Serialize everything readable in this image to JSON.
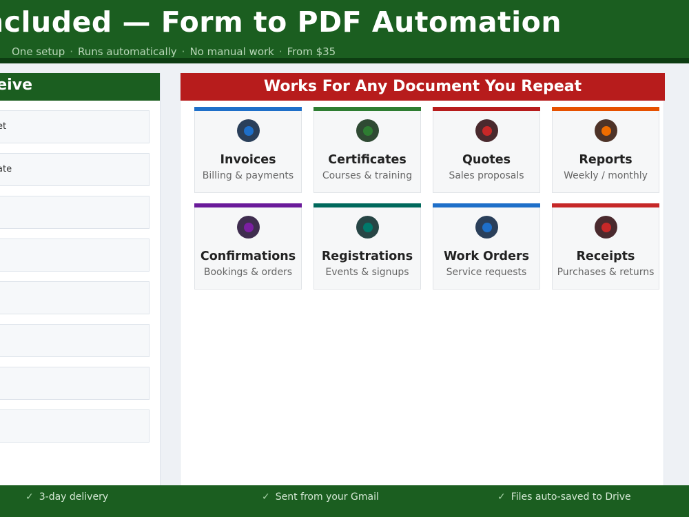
{
  "header": {
    "title": "ncluded — Form to PDF Automation",
    "sub_items": [
      "One setup",
      "Runs automatically",
      "No manual work",
      "From $35"
    ]
  },
  "left": {
    "title": "eive",
    "rows": [
      "et",
      "ate",
      "",
      "",
      "",
      "",
      "",
      ""
    ]
  },
  "right": {
    "title": "Works For Any Document You Repeat",
    "cards": [
      {
        "name": "Invoices",
        "desc": "Billing & payments",
        "color": "#1e6fc9",
        "badge": "#2a3f5a",
        "dot": "#1e6fc9"
      },
      {
        "name": "Certificates",
        "desc": "Courses & training",
        "color": "#2e7d32",
        "badge": "#2f4a33",
        "dot": "#2e7d32"
      },
      {
        "name": "Quotes",
        "desc": "Sales proposals",
        "color": "#b71c1c",
        "badge": "#4a2a2e",
        "dot": "#c62828"
      },
      {
        "name": "Reports",
        "desc": "Weekly / monthly",
        "color": "#e65100",
        "badge": "#4e3328",
        "dot": "#ef6c00"
      },
      {
        "name": "Confirmations",
        "desc": "Bookings & orders",
        "color": "#6a1b9a",
        "badge": "#3f2d4f",
        "dot": "#7b1fa2"
      },
      {
        "name": "Registrations",
        "desc": "Events & signups",
        "color": "#00695c",
        "badge": "#274545",
        "dot": "#00796b"
      },
      {
        "name": "Work Orders",
        "desc": "Service requests",
        "color": "#1e6fc9",
        "badge": "#2a3f5a",
        "dot": "#1e6fc9"
      },
      {
        "name": "Receipts",
        "desc": "Purchases & returns",
        "color": "#c62828",
        "badge": "#4a2a2e",
        "dot": "#c62828"
      }
    ]
  },
  "footer": {
    "items": [
      "3-day delivery",
      "Sent from your Gmail",
      "Files auto-saved to Drive"
    ]
  }
}
